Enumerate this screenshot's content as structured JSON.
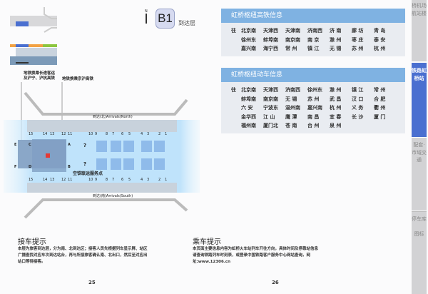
{
  "map": {
    "floor_badge": "B1",
    "floor_name": "到达层",
    "north_label": "N",
    "callout_1": "地铁换乘长途客运\n及沪宁、沪杭高铁",
    "callout_2": "地铁换乘京沪高铁",
    "north_arrivals": "到达(北)",
    "north_arrivals_en": "Arrivals(North)",
    "south_arrivals": "到达(南)",
    "south_arrivals_en": "Arrivals(South)",
    "service_point": "空铁联运服务点",
    "exit_numbers": [
      "15",
      "14",
      "13",
      "12",
      "11",
      "10",
      "9",
      "8",
      "7",
      "6",
      "5",
      "4",
      "3",
      "2",
      "1"
    ],
    "gate_letters": [
      "A",
      "B",
      "C",
      "D",
      "E",
      "F"
    ]
  },
  "hsr_panel": {
    "title": "虹桥枢纽高铁信息",
    "prefix": "往",
    "rows": [
      [
        "北京南",
        "天津西",
        "天津南",
        "济南西",
        "济 南",
        "廊 坊",
        "青 岛"
      ],
      [
        "徐州东",
        "蚌埠南",
        "南京南",
        "南 京",
        "滁 州",
        "枣 庄",
        "泰 安"
      ],
      [
        "嘉兴南",
        "海宁西",
        "常 州",
        "镇 江",
        "无 锡",
        "苏 州",
        "杭 州"
      ]
    ]
  },
  "emu_panel": {
    "title": "虹桥枢纽动车信息",
    "prefix": "往",
    "rows": [
      [
        "北京南",
        "天津西",
        "济南西",
        "徐州东",
        "滁 州",
        "镇 江",
        "常 州"
      ],
      [
        "蚌埠南",
        "南京南",
        "无 锡",
        "苏 州",
        "武 昌",
        "汉 口",
        "合 肥"
      ],
      [
        "六 安",
        "宁波东",
        "温州南",
        "嘉兴南",
        "杭 州",
        "义 务",
        "衢 州"
      ],
      [
        "金华西",
        "江 山",
        "鹰 潭",
        "南 昌",
        "宜 春",
        "长 沙",
        "厦 门"
      ],
      [
        "福州南",
        "厦门北",
        "苍 南",
        "台 州",
        "泉 州"
      ]
    ]
  },
  "side_tabs": [
    {
      "label": "桥机场航站楼"
    },
    {
      "label": "铁路虹桥站"
    },
    {
      "label": "配套·市域交通"
    },
    {
      "label": "停车库"
    },
    {
      "label": "图标"
    }
  ],
  "left_tip": {
    "title": "接车提示",
    "body": "本层为旅客到达层，分为南、北到达区；接客人员先根据列车显示屏、站区广播查找对应车次到达站台，再与所接旅客确认南、北出口，然后至对应出站口等待接客。"
  },
  "right_tip": {
    "title": "乘车提示",
    "body": "本页面主要信息内容为虹桥火车站列车开往方向，具体时间及停靠站信息请查询铁路列车时刻表，或登录中国铁路客户服务中心网站查询，网址:www.12306.cn"
  },
  "page_numbers": {
    "left": "25",
    "right": "26"
  },
  "colors": {
    "accent": "#4a6fd0",
    "panel_header": "#7fb2e2",
    "panel_bg": "#e9ecf1",
    "hall_glow": "#bfe3fb"
  }
}
